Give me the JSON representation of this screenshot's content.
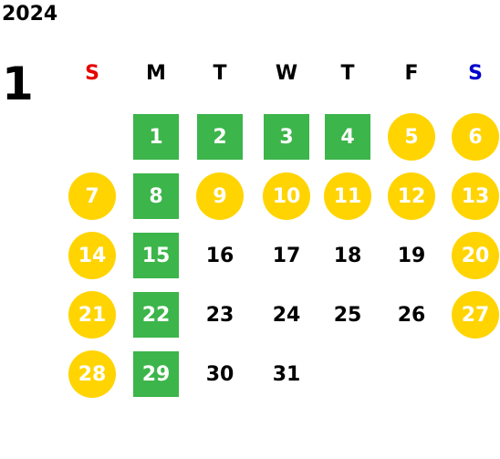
{
  "year": "2024",
  "month": "1",
  "colors": {
    "sunday": "#e60000",
    "saturday": "#0000cc",
    "weekday": "#000000",
    "green": "#3cb54a",
    "yellow": "#ffd400",
    "highlight_text": "#ffffff"
  },
  "weekdays": [
    "S",
    "M",
    "T",
    "W",
    "T",
    "F",
    "S"
  ],
  "start_weekday": 1,
  "weeks": [
    [
      null,
      {
        "d": "1",
        "s": "g"
      },
      {
        "d": "2",
        "s": "g"
      },
      {
        "d": "3",
        "s": "g"
      },
      {
        "d": "4",
        "s": "g"
      },
      {
        "d": "5",
        "s": "y"
      },
      {
        "d": "6",
        "s": "y"
      }
    ],
    [
      {
        "d": "7",
        "s": "y"
      },
      {
        "d": "8",
        "s": "g"
      },
      {
        "d": "9",
        "s": "y"
      },
      {
        "d": "10",
        "s": "y"
      },
      {
        "d": "11",
        "s": "y"
      },
      {
        "d": "12",
        "s": "y"
      },
      {
        "d": "13",
        "s": "y"
      }
    ],
    [
      {
        "d": "14",
        "s": "y"
      },
      {
        "d": "15",
        "s": "g"
      },
      {
        "d": "16",
        "s": ""
      },
      {
        "d": "17",
        "s": ""
      },
      {
        "d": "18",
        "s": ""
      },
      {
        "d": "19",
        "s": ""
      },
      {
        "d": "20",
        "s": "y"
      }
    ],
    [
      {
        "d": "21",
        "s": "y"
      },
      {
        "d": "22",
        "s": "g"
      },
      {
        "d": "23",
        "s": ""
      },
      {
        "d": "24",
        "s": ""
      },
      {
        "d": "25",
        "s": ""
      },
      {
        "d": "26",
        "s": ""
      },
      {
        "d": "27",
        "s": "y"
      }
    ],
    [
      {
        "d": "28",
        "s": "y"
      },
      {
        "d": "29",
        "s": "g"
      },
      {
        "d": "30",
        "s": ""
      },
      {
        "d": "31",
        "s": ""
      },
      null,
      null,
      null
    ]
  ]
}
